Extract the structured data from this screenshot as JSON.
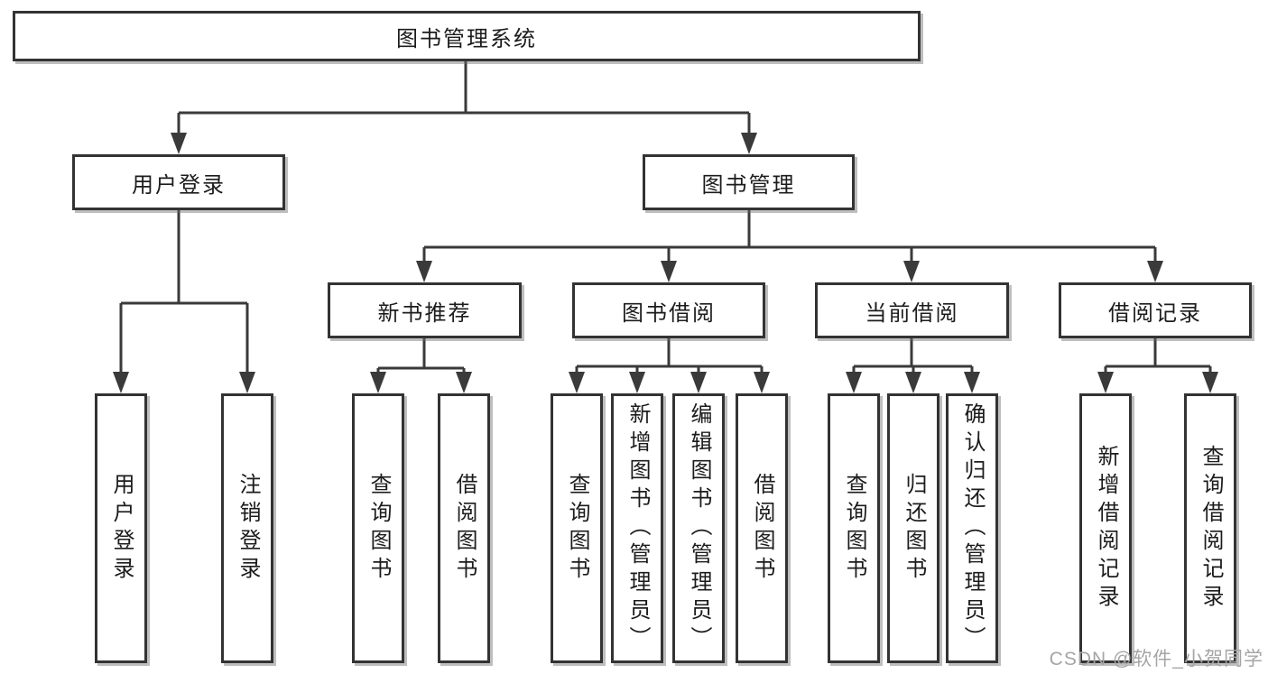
{
  "diagram": {
    "title": "图书管理系统",
    "type": "function-structure-tree",
    "tree": {
      "root": "图书管理系统",
      "branches": [
        {
          "label": "用户登录",
          "children": [
            "用户登录",
            "注销登录"
          ]
        },
        {
          "label": "图书管理",
          "groups": [
            {
              "label": "新书推荐",
              "children": [
                "查询图书",
                "借阅图书"
              ]
            },
            {
              "label": "图书借阅",
              "children": [
                "查询图书",
                "新增图书（管理员）",
                "编辑图书（管理员）",
                "借阅图书"
              ]
            },
            {
              "label": "当前借阅",
              "children": [
                "查询图书",
                "归还图书",
                "确认归还（管理员）"
              ]
            },
            {
              "label": "借阅记录",
              "children": [
                "新增借阅记录",
                "查询借阅记录"
              ]
            }
          ]
        }
      ]
    },
    "watermark": "CSDN @软件_小贺同学",
    "colors": {
      "line": "#3a3a3a",
      "border": "#333333",
      "text": "#1c1c1c",
      "background": "#ffffff",
      "watermark": "#a5a5a5"
    }
  }
}
